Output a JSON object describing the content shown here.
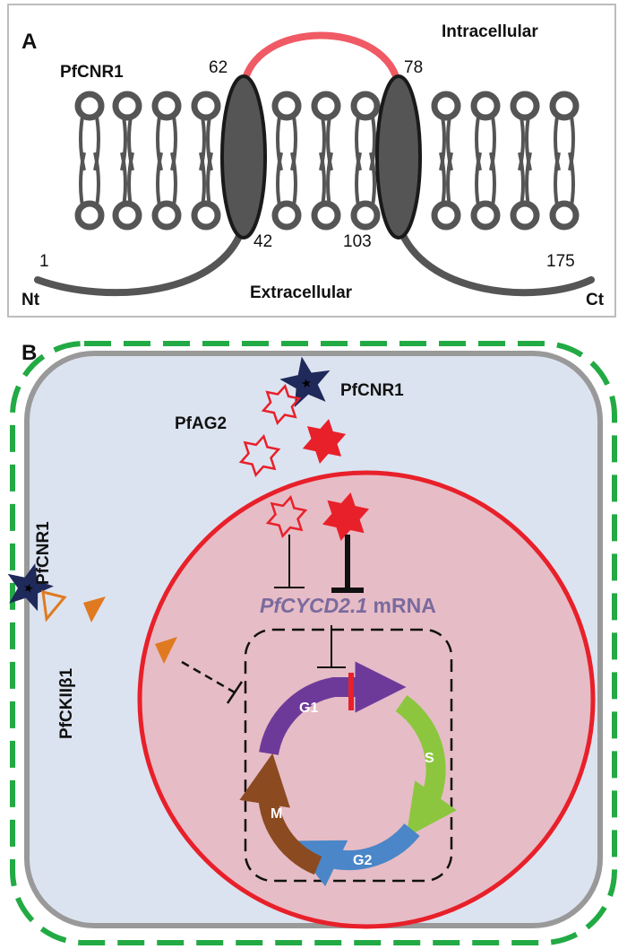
{
  "panel_a": {
    "label": "A",
    "protein": "PfCNR1",
    "intracellular": "Intracellular",
    "extracellular": "Extracellular",
    "n_terminus": "Nt",
    "c_terminus": "Ct",
    "residues": {
      "start": "1",
      "tm1_in": "62",
      "tm1_out": "42",
      "tm2_in": "78",
      "tm2_out": "103",
      "end": "175"
    },
    "colors": {
      "loop": "#f05a64",
      "helix": "#555555",
      "lipid": "#555555"
    }
  },
  "panel_b": {
    "label": "B",
    "receptor_top": "PfCNR1",
    "receptor_left": "PfCNR1",
    "ligand": "PfAG2",
    "kinase": "PfCKIIβ1",
    "mrna_gene": "PfCYCD2.1",
    "mrna_suffix": " mRNA",
    "phases": {
      "g1": "G1",
      "s": "S",
      "g2": "G2",
      "m": "M"
    },
    "colors": {
      "parasite_border": "#22aa44",
      "cell_fill": "#dce3f0",
      "cell_border": "#999999",
      "nucleus_fill": "#e6bcc6",
      "nucleus_border": "#e8202a",
      "star_red": "#e8202a",
      "receptor": "#1f2a5a",
      "kinase": "#e07a20",
      "mrna_text": "#7a6a9e",
      "g1": "#6e3a9a",
      "s": "#8cc63f",
      "g2": "#4a86c8",
      "m": "#8b4a20"
    }
  }
}
